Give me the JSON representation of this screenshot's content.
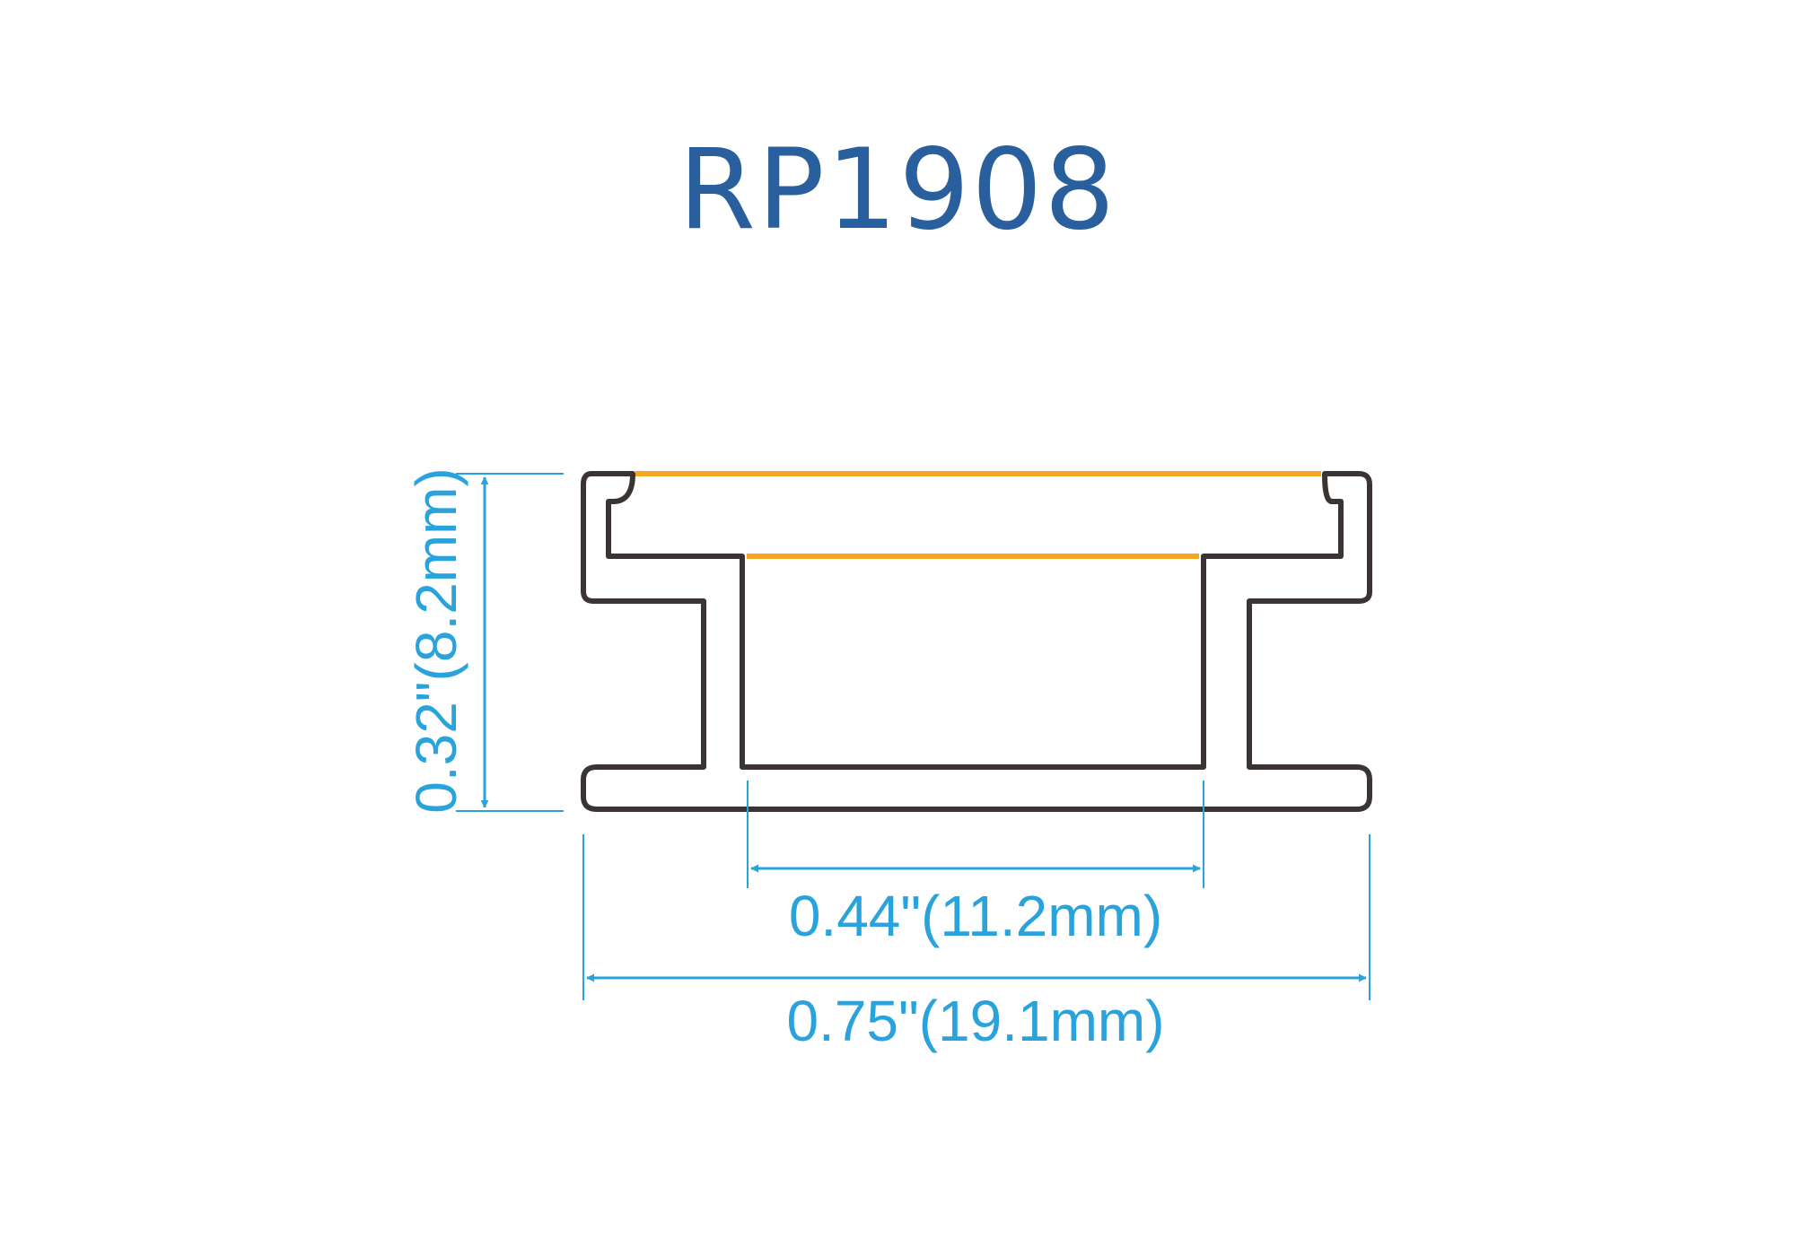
{
  "title": "RP1908",
  "dimensions": {
    "height": "0.32\"(8.2mm)",
    "inner_width": "0.44\"(11.2mm)",
    "outer_width": "0.75\"(19.1mm)"
  },
  "colors": {
    "title": "#2a5f9e",
    "dimension": "#2aa3dc",
    "profile": "#3a3532",
    "led": "#f5a623"
  }
}
